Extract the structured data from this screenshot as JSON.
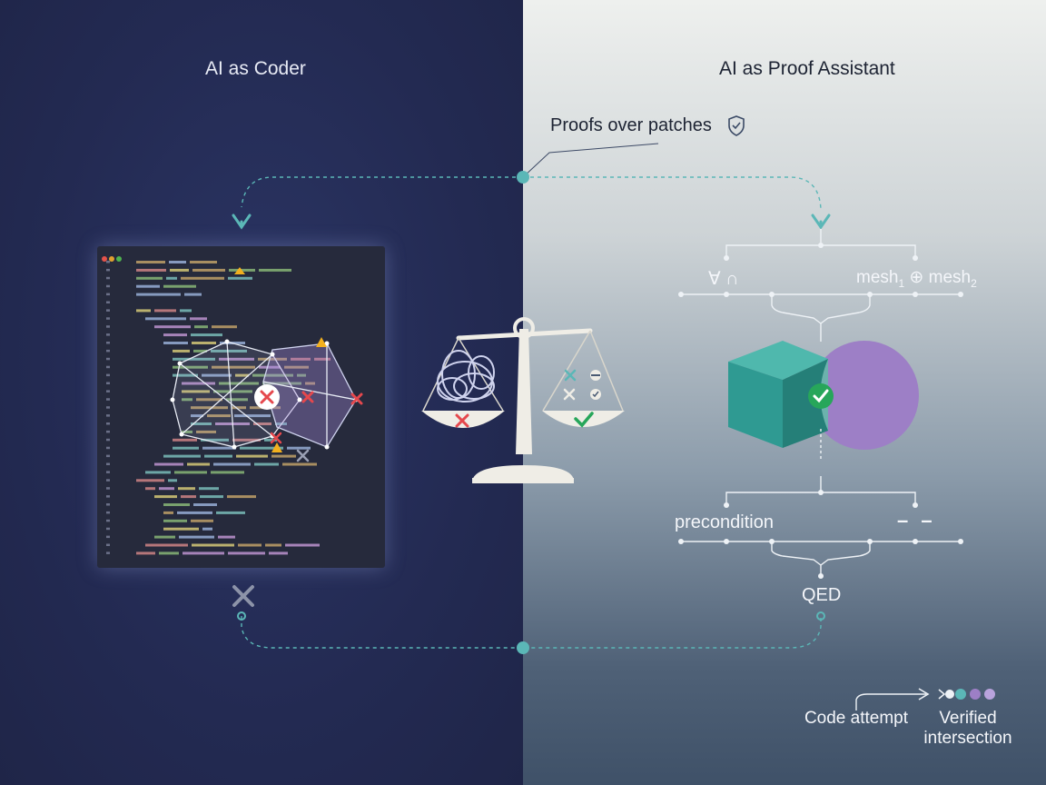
{
  "left_panel": {
    "title": "AI as Coder"
  },
  "right_panel": {
    "title": "AI as Proof Assistant",
    "tagline": "Proofs over patches",
    "quantifiers": "∀ ∩",
    "mesh_expr": {
      "a": "mesh",
      "a_sub": "1",
      "op": " ⊕ ",
      "b": "mesh",
      "b_sub": "2"
    },
    "precondition": "precondition",
    "dashes": "– –",
    "qed": "QED"
  },
  "legend": {
    "code_attempt": "Code attempt",
    "verified_intersection": "Verified intersection"
  },
  "icons": {
    "tagline_icon": "shield-check-icon",
    "balance": "balance-scale-icon",
    "failure": "x-mark-icon",
    "success": "check-mark-icon",
    "warning": "warning-triangle-icon"
  },
  "colors": {
    "left_bg": "#232a52",
    "teal_accent": "#5bb7b7",
    "cube": "#3aa39b",
    "sphere": "#9d7fc6",
    "error_red": "#e5484d",
    "success_green": "#27a65a",
    "warning_yellow": "#f2b01e"
  }
}
